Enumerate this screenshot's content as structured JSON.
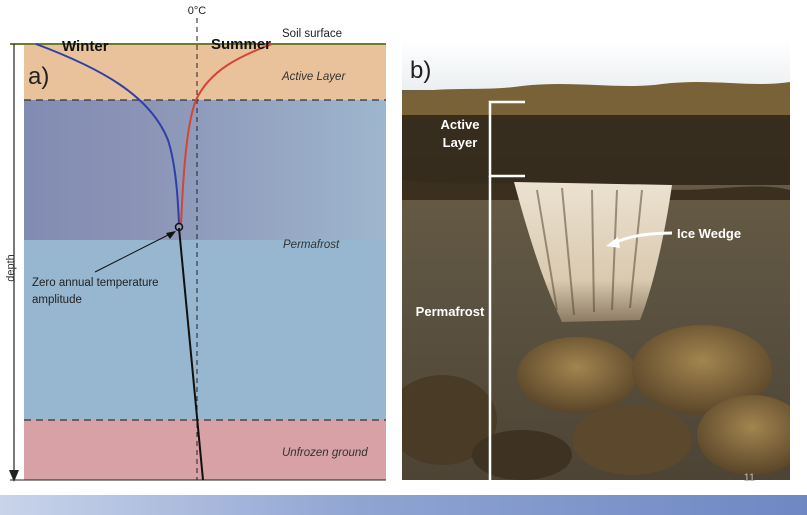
{
  "panel_a": {
    "panel_label": "a)",
    "zero_label": "0°C",
    "soil_surface": "Soil surface",
    "winter": "Winter",
    "summer": "Summer",
    "active_layer": "Active Layer",
    "permafrost": "Permafrost",
    "unfrozen": "Unfrozen ground",
    "depth": "depth",
    "zaa_line1": "Zero annual temperature",
    "zaa_line2": "amplitude",
    "colors": {
      "active_layer": "#e9c29b",
      "permafrost": "#97b6d0",
      "unfrozen": "#d7a1a6",
      "winter_curve": "#2f3fa5",
      "summer_curve": "#d44535",
      "soil_line": "#6f7a2a"
    }
  },
  "panel_b": {
    "panel_label": "b)",
    "active_layer_line1": "Active",
    "active_layer_line2": "Layer",
    "ice_wedge": "Ice Wedge",
    "permafrost": "Permafrost"
  },
  "page_number": "11"
}
